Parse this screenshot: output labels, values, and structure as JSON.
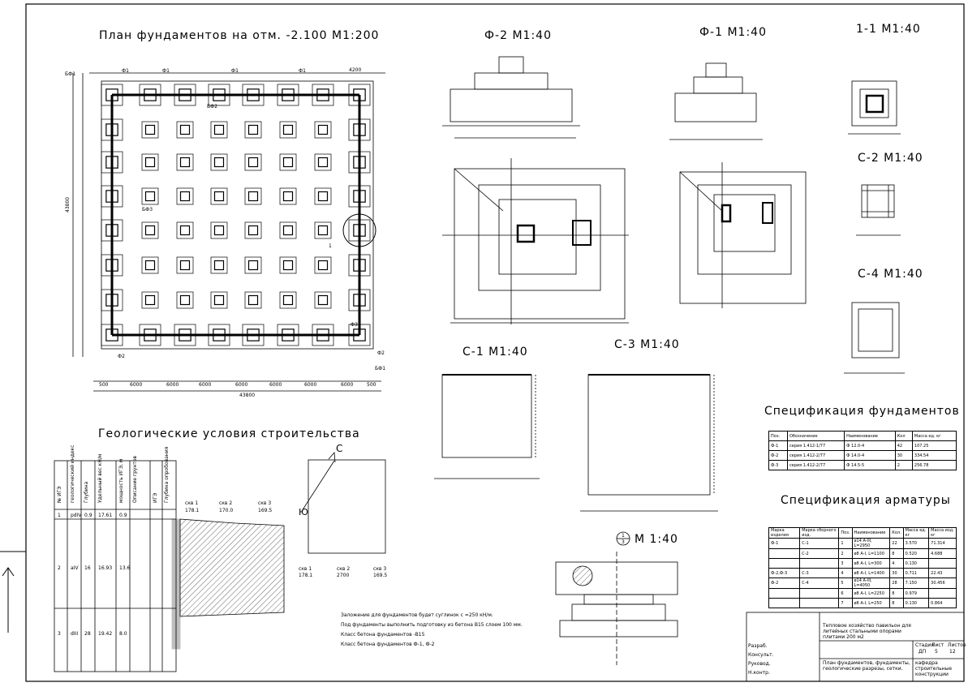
{
  "titles": {
    "plan": "План фундаментов на отм. -2.100 М1:200",
    "f2": "Ф-2 М1:40",
    "f1": "Ф-1 М1:40",
    "sec11": "1-1 М1:40",
    "c2": "С-2 М1:40",
    "c4": "С-4 М1:40",
    "c1": "С-1 М1:40",
    "c3": "С-3 М1:40",
    "geology": "Геологические условия строительства",
    "node": "М 1:40",
    "node_mark": "1",
    "node_sub": "3",
    "spec_found": "Спецификация фундаментов",
    "spec_rebar": "Спецификация арматуры"
  },
  "plan": {
    "dims_bottom": [
      "500",
      "6000",
      "6000",
      "6000",
      "6000",
      "6000",
      "6000",
      "6000",
      "500"
    ],
    "overall_bottom": "43800",
    "overall_left": "43800",
    "labels": [
      "БФ1",
      "Ф1",
      "Ф1",
      "Ф1",
      "Ф1",
      "БФ2",
      "БФ3",
      "Ф3",
      "Ф2",
      "1",
      "4200",
      "Ф2",
      "БФ1"
    ]
  },
  "compass": {
    "north": "С",
    "south": "Ю"
  },
  "geo": {
    "headers": [
      "№ ИГЭ",
      "геологический индекс",
      "Глубина",
      "Удельный вес кН/м",
      "мощность ИГЭ, м",
      "Описание грунтов",
      "ИГЭ",
      "Глубина опробования"
    ],
    "rows": [
      [
        "1",
        "pdIV",
        "0.9",
        "17.61",
        "0.9"
      ],
      [
        "2",
        "aIV",
        "16",
        "16.93",
        "13.6"
      ],
      [
        "3",
        "dIII",
        "28",
        "19.42",
        "8.0"
      ]
    ],
    "wells": [
      "скв 1",
      "скв 2",
      "скв 3"
    ],
    "well_marks": [
      "178.1",
      "170.0",
      "169.5"
    ],
    "well_dists": [
      "178.1",
      "2700",
      "169.5"
    ]
  },
  "notes": [
    "Заложение для фундаментов будет суглинок с =250 кН/м.",
    "Под фундаменты выполнить подготовку из бетона В15 слоем 100 мм.",
    "Класс бетона фундаментов -В15",
    "Класс бетона фундаментов Ф-1, Ф-2"
  ],
  "spec_found": {
    "headers": [
      "Поз.",
      "Обозначение",
      "Наименование",
      "Кол",
      "Масса ед. кг"
    ],
    "rows": [
      [
        "Ф-1",
        "серия 1.412-1/77",
        "Ф 12.0-4",
        "42",
        "107.25"
      ],
      [
        "Ф-2",
        "серия 1.412-2/77",
        "Ф 14.0-4",
        "30",
        "334.54"
      ],
      [
        "Ф-3",
        "серия 1.412-2/77",
        "Ф 14.5-5",
        "2",
        "256.78"
      ]
    ]
  },
  "spec_rebar": {
    "headers": [
      "Марка изделия",
      "Марка сборного изд.",
      "Поз.",
      "Наименование",
      "Кол.",
      "Масса ед. кг",
      "Масса изд. кг"
    ],
    "rows": [
      [
        "Ф-1",
        "С-1",
        "1",
        "ø14 А-III, L=2950",
        "22",
        "3.570",
        "71.314"
      ],
      [
        "",
        "С-2",
        "2",
        "ø8 А-I, L=1100",
        "8",
        "0.520",
        "4.688"
      ],
      [
        "",
        "",
        "3",
        "ø8 А-I, L=300",
        "4",
        "0.130",
        ""
      ],
      [
        "Ф-2,Ф-3",
        "С-3",
        "4",
        "ø8 А-I, L=1400",
        "30",
        "0.711",
        "22.43"
      ],
      [
        "Ф-2",
        "С-4",
        "5",
        "ø14 А-III, L=4050",
        "28",
        "7.150",
        "30.456"
      ],
      [
        "",
        "",
        "6",
        "ø8 А-I, L=2250",
        "8",
        "0.979",
        ""
      ],
      [
        "",
        "",
        "7",
        "ø8 А-I, L=250",
        "8",
        "0.130",
        "0.864"
      ]
    ]
  },
  "stamp": {
    "project": "Тепловое хозяйство павильон для литейных стальными опорами плитами  200 м2",
    "sheet_title": "План фундаментов, фундаменты, геологические разрезы, сетки.",
    "org": "кафедра строительные конструкции",
    "stage": "ДП",
    "sheet": "5",
    "sheets": "12",
    "roles": [
      "Разраб.",
      "Консульт.",
      "Руковод.",
      "Н.контр."
    ],
    "cols": [
      "Стадия",
      "Лист",
      "Листов"
    ]
  }
}
